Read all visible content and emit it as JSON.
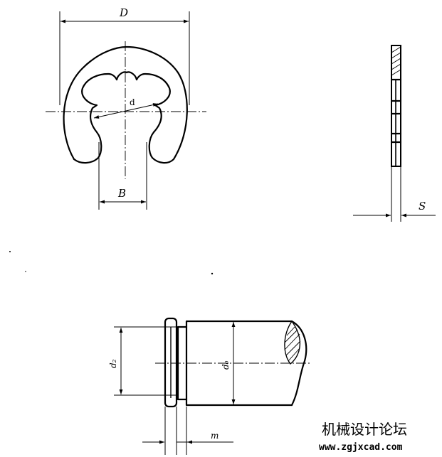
{
  "labels": {
    "D": "D",
    "d": "d",
    "B": "B",
    "S": "S",
    "d2": "d₂",
    "d0": "d₀",
    "m": "m"
  },
  "watermark": {
    "title": "机械设计论坛",
    "url": "www.zgjxcad.com"
  }
}
